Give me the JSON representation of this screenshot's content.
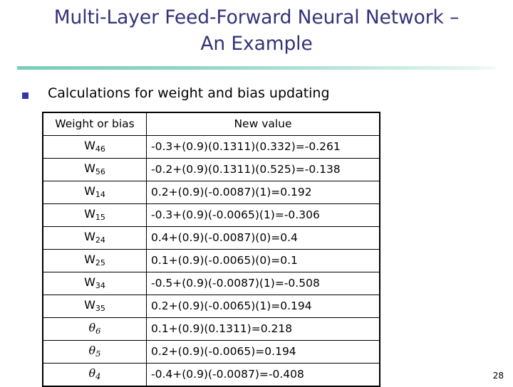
{
  "slide": {
    "title": "Multi-Layer Feed-Forward Neural Network –\nAn Example",
    "title_color": "#333377",
    "rule_color": "#79cdb6",
    "bullet_marker_color": "#3333aa",
    "bullet_text": "Calculations for weight and bias updating",
    "page_number": "28"
  },
  "table": {
    "headers": {
      "col1": "Weight or bias",
      "col2": "New value"
    },
    "rows": [
      {
        "symbol": "W",
        "subscript": "46",
        "italic": false,
        "value": "-0.3+(0.9)(0.1311)(0.332)=-0.261"
      },
      {
        "symbol": "W",
        "subscript": "56",
        "italic": false,
        "value": "-0.2+(0.9)(0.1311)(0.525)=-0.138"
      },
      {
        "symbol": "W",
        "subscript": "14",
        "italic": false,
        "value": "0.2+(0.9)(-0.0087)(1)=0.192"
      },
      {
        "symbol": "W",
        "subscript": "15",
        "italic": false,
        "value": "-0.3+(0.9)(-0.0065)(1)=-0.306"
      },
      {
        "symbol": "W",
        "subscript": "24",
        "italic": false,
        "value": "0.4+(0.9)(-0.0087)(0)=0.4"
      },
      {
        "symbol": "W",
        "subscript": "25",
        "italic": false,
        "value": "0.1+(0.9)(-0.0065)(0)=0.1"
      },
      {
        "symbol": "W",
        "subscript": "34",
        "italic": false,
        "value": "-0.5+(0.9)(-0.0087)(1)=-0.508"
      },
      {
        "symbol": "W",
        "subscript": "35",
        "italic": false,
        "value": "0.2+(0.9)(-0.0065)(1)=0.194"
      },
      {
        "symbol": "θ",
        "subscript": "6",
        "italic": true,
        "value": "0.1+(0.9)(0.1311)=0.218"
      },
      {
        "symbol": "θ",
        "subscript": "5",
        "italic": true,
        "value": "0.2+(0.9)(-0.0065)=0.194"
      },
      {
        "symbol": "θ",
        "subscript": "4",
        "italic": true,
        "value": "-0.4+(0.9)(-0.0087)=-0.408"
      }
    ]
  }
}
